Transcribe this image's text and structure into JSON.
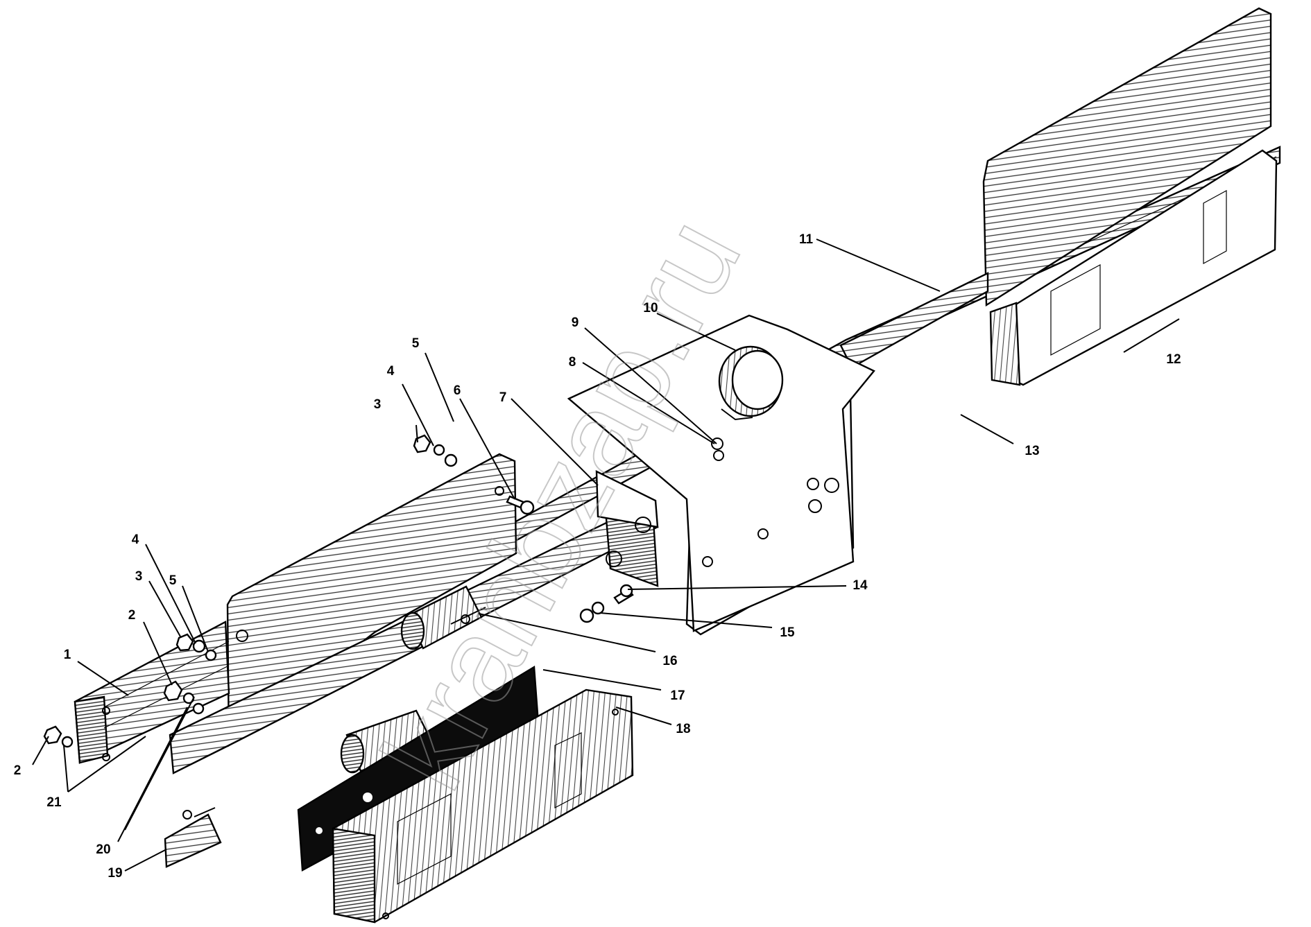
{
  "watermark": "kranbzap.ru",
  "callouts": [
    {
      "id": "c1",
      "label": "1"
    },
    {
      "id": "c2a",
      "label": "2"
    },
    {
      "id": "c2b",
      "label": "2"
    },
    {
      "id": "c3a",
      "label": "3"
    },
    {
      "id": "c3b",
      "label": "3"
    },
    {
      "id": "c4a",
      "label": "4"
    },
    {
      "id": "c4b",
      "label": "4"
    },
    {
      "id": "c5a",
      "label": "5"
    },
    {
      "id": "c5b",
      "label": "5"
    },
    {
      "id": "c6",
      "label": "6"
    },
    {
      "id": "c7",
      "label": "7"
    },
    {
      "id": "c8",
      "label": "8"
    },
    {
      "id": "c9",
      "label": "9"
    },
    {
      "id": "c10",
      "label": "10"
    },
    {
      "id": "c11",
      "label": "11"
    },
    {
      "id": "c12",
      "label": "12"
    },
    {
      "id": "c13",
      "label": "13"
    },
    {
      "id": "c14",
      "label": "14"
    },
    {
      "id": "c15",
      "label": "15"
    },
    {
      "id": "c16",
      "label": "16"
    },
    {
      "id": "c17",
      "label": "17"
    },
    {
      "id": "c18",
      "label": "18"
    },
    {
      "id": "c19",
      "label": "19"
    },
    {
      "id": "c20",
      "label": "20"
    },
    {
      "id": "c21",
      "label": "21"
    }
  ]
}
